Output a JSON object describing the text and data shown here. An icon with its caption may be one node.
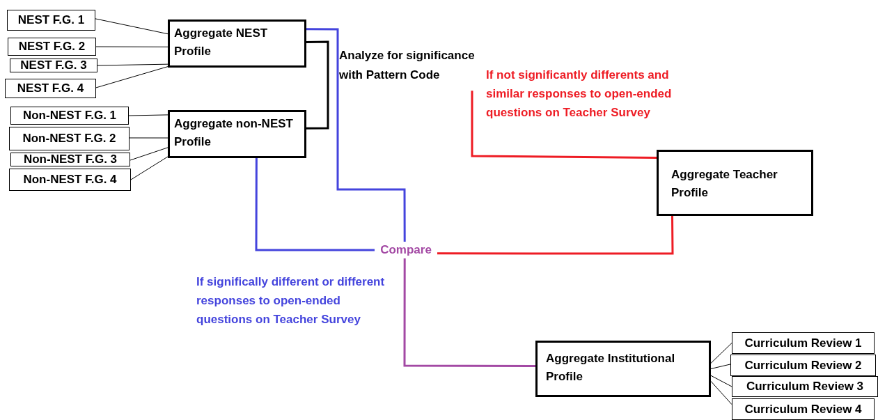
{
  "diagram": {
    "nodes": [
      {
        "text": [
          "NEST F.G. 1"
        ]
      },
      {
        "text": [
          "NEST F.G. 2"
        ]
      },
      {
        "text": [
          "NEST F.G. 3"
        ]
      },
      {
        "text": [
          "NEST F.G. 4"
        ]
      },
      {
        "text": [
          "Non-NEST F.G. 1"
        ]
      },
      {
        "text": [
          "Non-NEST F.G. 2"
        ]
      },
      {
        "text": [
          "Non-NEST F.G. 3"
        ]
      },
      {
        "text": [
          "Non-NEST F.G. 4"
        ]
      },
      {
        "text": [
          "Aggregate NEST Profile"
        ]
      },
      {
        "text": [
          "Aggregate non-NEST Profile"
        ]
      },
      {
        "text": [
          "If not significantly differents and similar responses to open-ended questions on Teacher Survey"
        ]
      },
      {
        "text": [
          "Aggregate Teacher Profile"
        ]
      },
      {
        "text": [
          "Compare"
        ]
      },
      {
        "text": [
          "Aggregate Institutional Profile"
        ]
      },
      {
        "text": [
          "Curriculum Review 1"
        ]
      },
      {
        "text": [
          "Curriculum Review 2"
        ]
      },
      {
        "text": [
          "Curriculum Review 3"
        ]
      },
      {
        "text": [
          "Curriculum Review 4"
        ]
      }
    ],
    "edges": [
      {
        "from": 0,
        "to": 8,
        "arrow": "none"
      },
      {
        "from": 1,
        "to": 8,
        "arrow": "none"
      },
      {
        "from": 2,
        "to": 8,
        "arrow": "none"
      },
      {
        "from": 3,
        "to": 8,
        "arrow": "none"
      },
      {
        "from": 4,
        "to": 9,
        "arrow": "none"
      },
      {
        "from": 5,
        "to": 9,
        "arrow": "none"
      },
      {
        "from": 6,
        "to": 9,
        "arrow": "none"
      },
      {
        "from": 7,
        "to": 9,
        "arrow": "none"
      },
      {
        "from": 8,
        "to": 9,
        "arrow": "none",
        "label": "Analyze for significance with Pattern Code",
        "style": "thick"
      },
      {
        "from": 8,
        "to": 12,
        "arrow": "none",
        "style": "thick",
        "color": "#4444dd"
      },
      {
        "from": 9,
        "to": 12,
        "arrow": "none",
        "style": "thick",
        "color": "#4444dd"
      },
      {
        "from": 10,
        "to": 11,
        "arrow": "none",
        "style": "thick",
        "color": "#ee1c24"
      },
      {
        "from": 11,
        "to": 12,
        "arrow": "none",
        "style": "thick",
        "color": "#ee1c24"
      },
      {
        "from": 12,
        "to": 13,
        "arrow": "none",
        "style": "thick",
        "color": "#a349a4"
      },
      {
        "from": 14,
        "to": 13,
        "arrow": "none"
      },
      {
        "from": 15,
        "to": 13,
        "arrow": "none"
      },
      {
        "from": 16,
        "to": 13,
        "arrow": "none"
      },
      {
        "from": 17,
        "to": 13,
        "arrow": "none"
      }
    ],
    "labels": [
      "If significally different or different responses to open-ended questions on Teacher Survey"
    ]
  }
}
